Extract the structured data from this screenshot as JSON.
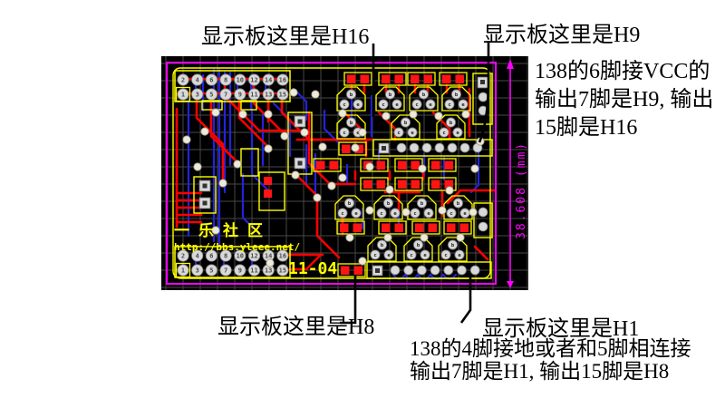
{
  "annotations": {
    "top_left": "显示板这里是H16",
    "top_right": "显示板这里是H9",
    "right_block": [
      "138的6脚接VCC的",
      "输出7脚是H9, 输出",
      "15脚是H16"
    ],
    "bottom_left": "显示板这里是H8",
    "bottom_right_label": "显示板这里是H1",
    "bottom_right_block": [
      "138的4脚接地或者和5脚相连接",
      "输出7脚是H1, 输出15脚是H8"
    ]
  },
  "pcb": {
    "silkscreen": {
      "community": "一乐社区",
      "url": "http://bbs.yleee.net/",
      "date_code": "11-04"
    },
    "dimension_label": "38.608 (mm)",
    "header_pins_top": [
      "2",
      "4",
      "6",
      "8",
      "10",
      "12",
      "14",
      "16"
    ],
    "header_pins_bottom": [
      "1",
      "3",
      "5",
      "7",
      "9",
      "11",
      "13",
      "15"
    ],
    "transistor_pads": [
      "b",
      "c",
      "e"
    ],
    "colors": {
      "board": "#000000",
      "grid": "#474747",
      "border": "#ff00ff",
      "silk": "#ffff00",
      "trace_top": "#ff0000",
      "trace_bottom": "#2323dd",
      "pad": "#d9d9d9",
      "smd_pad": "#ff1414",
      "via": "#efe9d8",
      "dimension": "#ff00ff",
      "pad_number": "#4a4a4a"
    }
  }
}
